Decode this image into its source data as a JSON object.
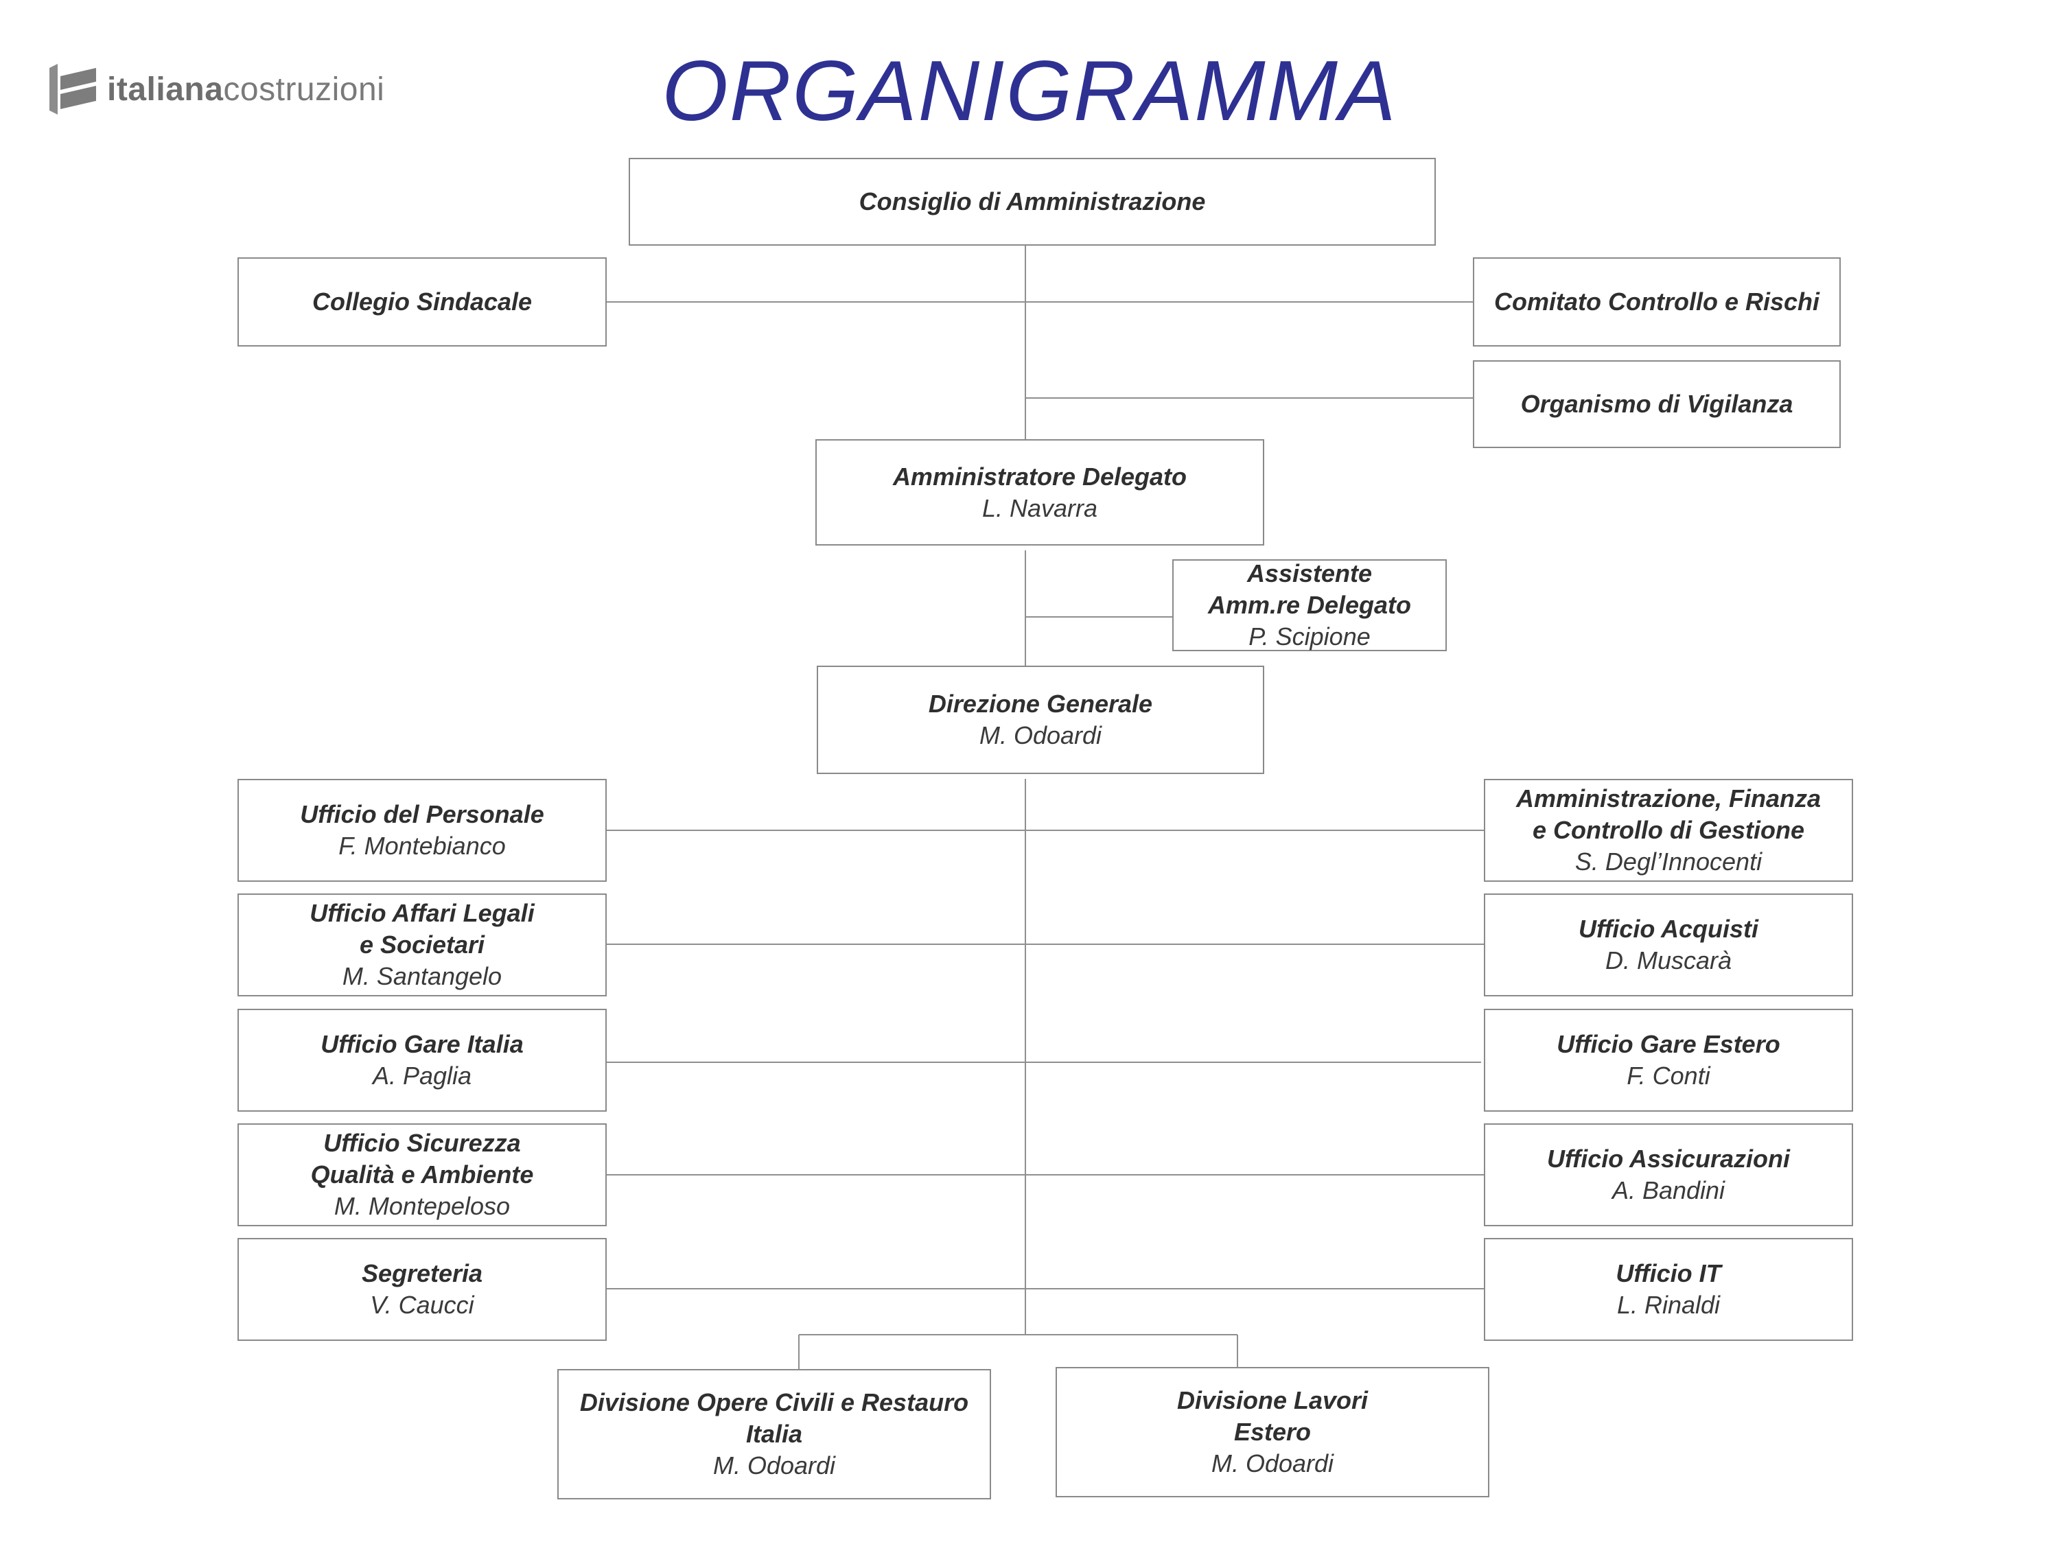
{
  "logo": {
    "brand_bold": "italiana",
    "brand_light": "costruzioni"
  },
  "title": "ORGANIGRAMMA",
  "board": {
    "title": "Consiglio di Amministrazione"
  },
  "collegio": {
    "title": "Collegio Sindacale"
  },
  "comitato": {
    "title": "Comitato Controllo e Rischi"
  },
  "vigilanza": {
    "title": "Organismo di Vigilanza"
  },
  "ad": {
    "title": "Amministratore Delegato",
    "person": "L. Navarra"
  },
  "assistente": {
    "title": "Assistente\nAmm.re Delegato",
    "person": "P. Scipione"
  },
  "dg": {
    "title": "Direzione Generale",
    "person": "M. Odoardi"
  },
  "left_offices": [
    {
      "title": "Ufficio del Personale",
      "person": "F. Montebianco"
    },
    {
      "title": "Ufficio Affari Legali\ne Societari",
      "person": "M. Santangelo"
    },
    {
      "title": "Ufficio Gare Italia",
      "person": "A. Paglia"
    },
    {
      "title": "Ufficio Sicurezza\nQualità e Ambiente",
      "person": "M. Montepeloso"
    },
    {
      "title": "Segreteria",
      "person": "V. Caucci"
    }
  ],
  "right_offices": [
    {
      "title": "Amministrazione, Finanza\ne Controllo di Gestione",
      "person": "S. Degl’Innocenti"
    },
    {
      "title": "Ufficio Acquisti",
      "person": "D. Muscarà"
    },
    {
      "title": "Ufficio Gare Estero",
      "person": "F. Conti"
    },
    {
      "title": "Ufficio Assicurazioni",
      "person": "A. Bandini"
    },
    {
      "title": "Ufficio IT",
      "person": "L. Rinaldi"
    }
  ],
  "divisions": [
    {
      "title": "Divisione Opere Civili e Restauro\nItalia",
      "person": "M. Odoardi"
    },
    {
      "title": "Divisione Lavori\nEstero",
      "person": "M. Odoardi"
    }
  ]
}
